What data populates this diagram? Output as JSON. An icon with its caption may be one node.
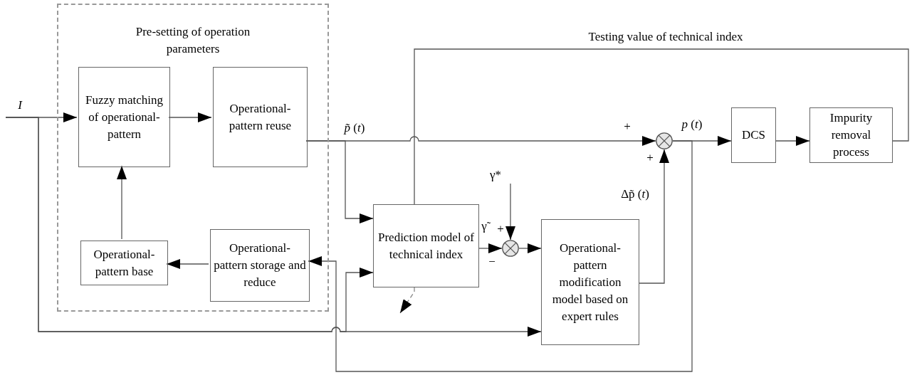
{
  "diagram": {
    "nodes": [
      {
        "text": [
          "Pre-setting of operation parameters"
        ]
      },
      {
        "text": [
          "Fuzzy matching of operational-pattern"
        ],
        "in": 0
      },
      {
        "text": [
          "Operational-pattern reuse"
        ],
        "in": 0
      },
      {
        "text": [
          "Operational-pattern base"
        ],
        "in": 0
      },
      {
        "text": [
          "Operational-pattern storage and reduce"
        ],
        "in": 0
      },
      {
        "text": [
          "Prediction model of technical index"
        ]
      },
      {
        "text": [],
        "shape": "circle"
      },
      {
        "text": [
          "Operational-pattern modification model based on expert rules"
        ]
      },
      {
        "text": [],
        "shape": "circle"
      },
      {
        "text": [
          "DCS"
        ]
      },
      {
        "text": [
          "Impurity removal process"
        ]
      },
      {
        "text": [
          "γ*"
        ]
      }
    ],
    "edges": [
      {
        "from": null,
        "to": 1,
        "arrow": "to",
        "label": "*I*"
      },
      {
        "from": null,
        "to": 5,
        "arrow": "to"
      },
      {
        "from": null,
        "to": 7,
        "arrow": "to"
      },
      {
        "from": 1,
        "to": 2,
        "arrow": "to"
      },
      {
        "from": 3,
        "to": 1,
        "arrow": "to"
      },
      {
        "from": 4,
        "to": 3,
        "arrow": "to"
      },
      {
        "from": 2,
        "to": 8,
        "arrow": "to",
        "label": "*p̃* (*t*)"
      },
      {
        "from": 2,
        "to": 5,
        "arrow": "to"
      },
      {
        "from": 5,
        "to": 6,
        "arrow": "to",
        "label": "γ̃"
      },
      {
        "from": 11,
        "to": 6,
        "arrow": "to"
      },
      {
        "from": 6,
        "to": 7,
        "arrow": "to"
      },
      {
        "from": 7,
        "to": 8,
        "arrow": "to",
        "label": "Δp̃ (*t*)"
      },
      {
        "from": 8,
        "to": 9,
        "arrow": "to",
        "label": "*p* (*t*)"
      },
      {
        "from": 9,
        "to": 10,
        "arrow": "to"
      },
      {
        "from": 10,
        "to": 5,
        "arrow": "none",
        "label": "Testing value of technical index"
      },
      {
        "from": 8,
        "to": 4,
        "arrow": "to"
      },
      {
        "from": 5,
        "to": null,
        "arrow": "to",
        "style": "dashed"
      }
    ],
    "labels": [
      "+",
      "+",
      "+",
      "−"
    ]
  }
}
